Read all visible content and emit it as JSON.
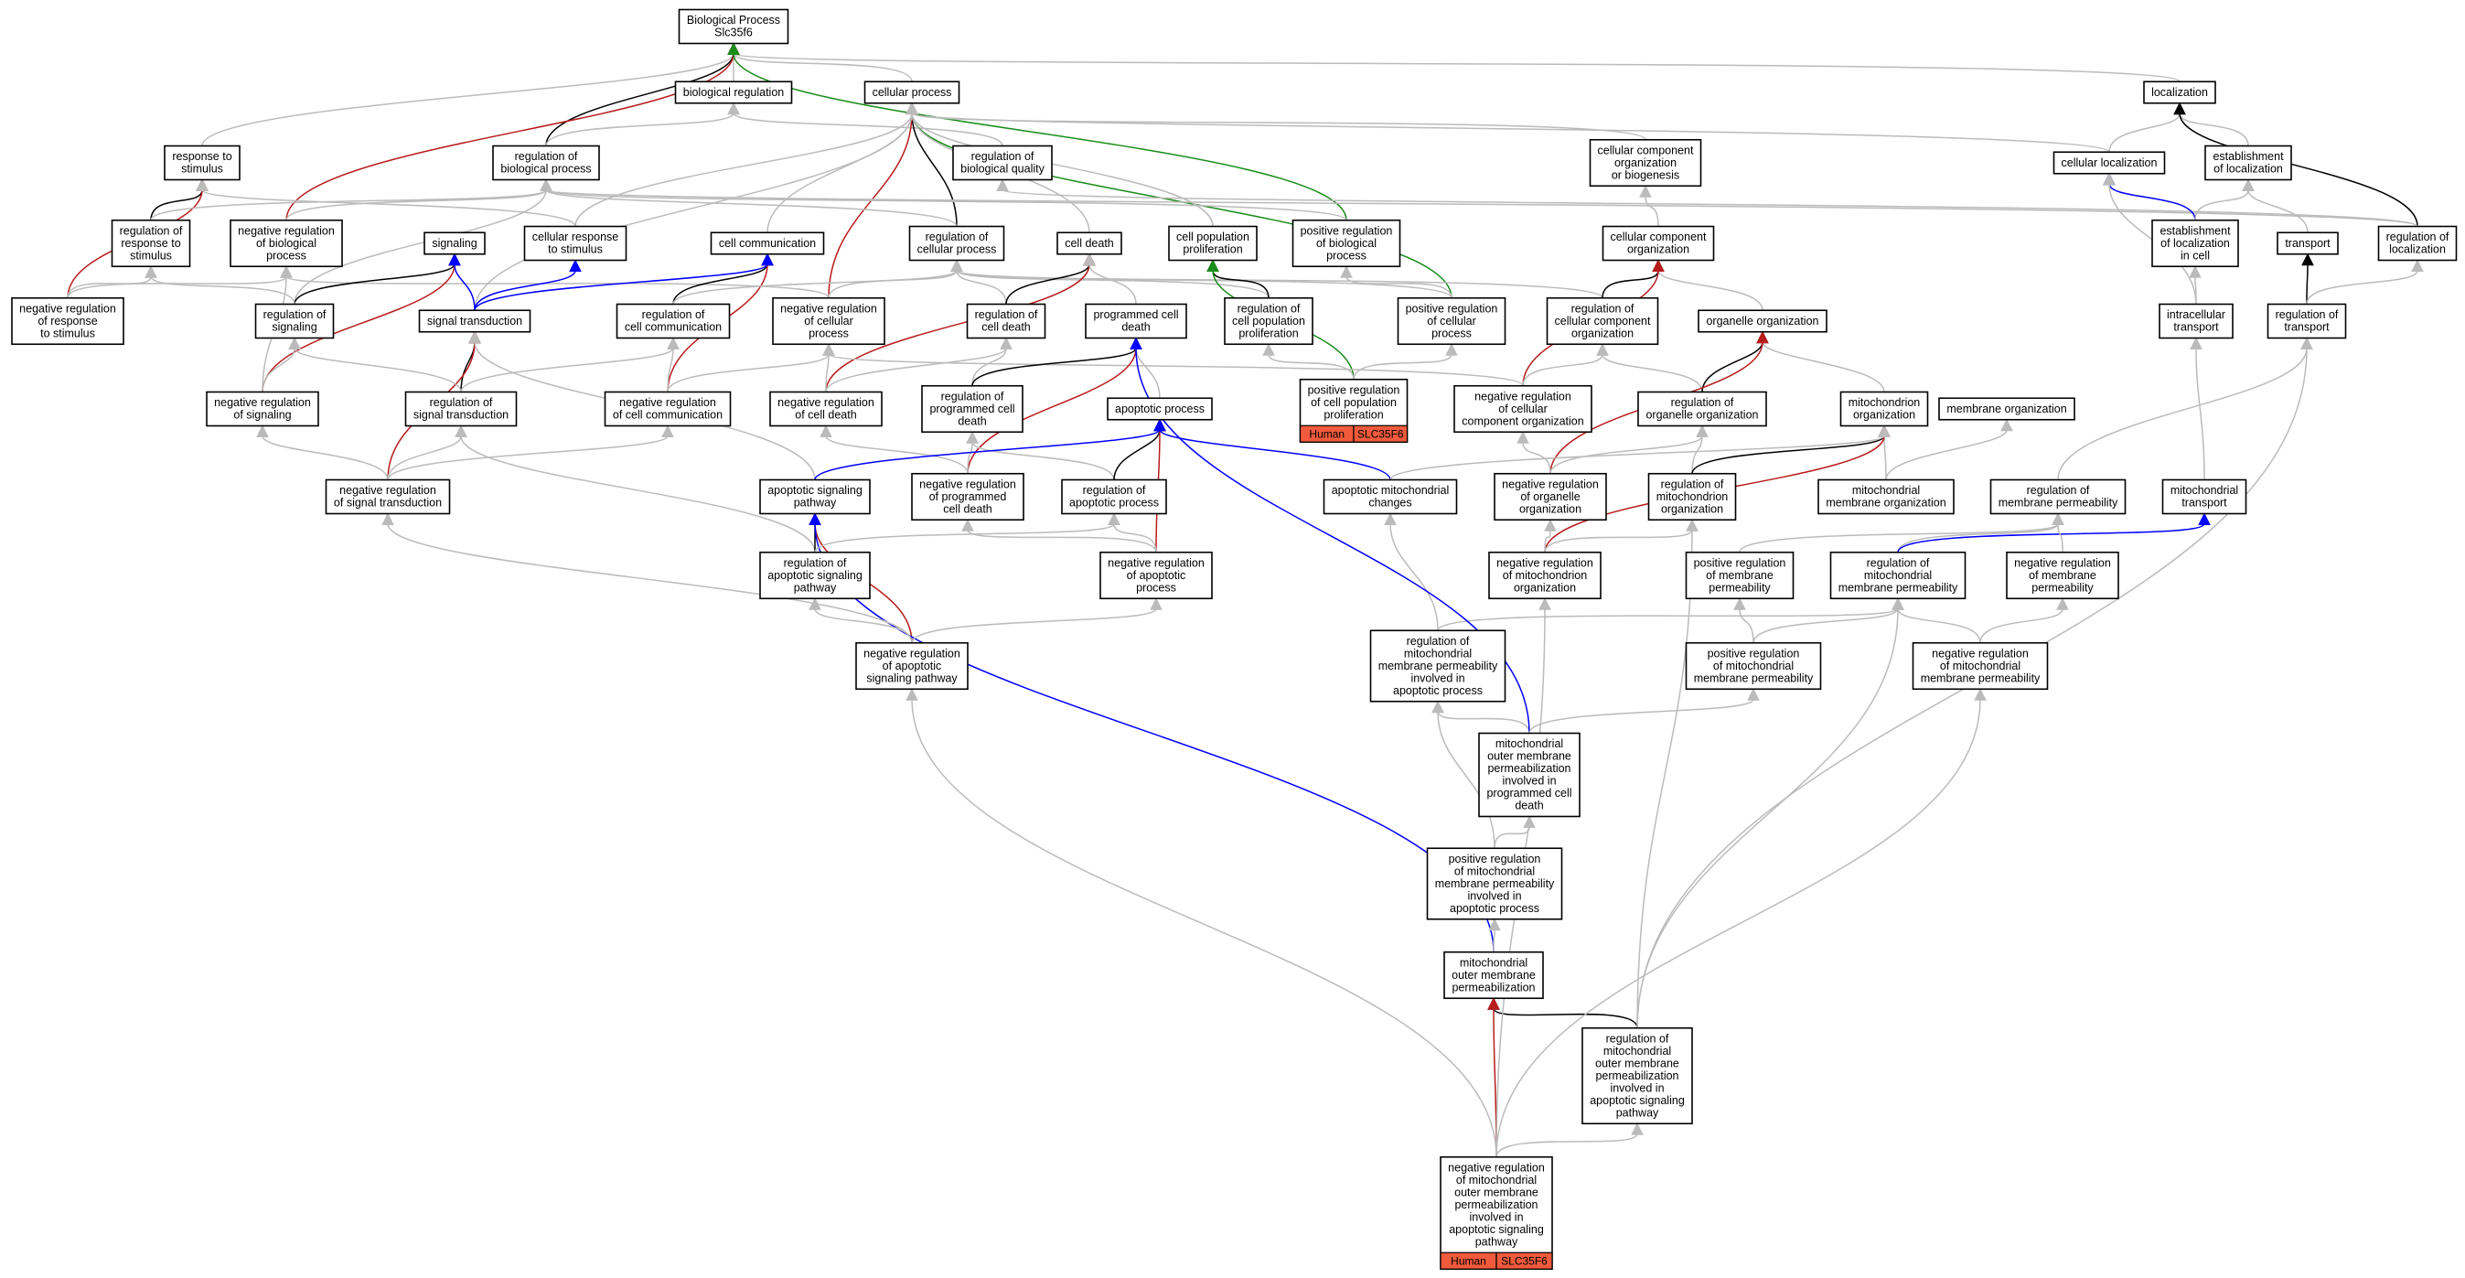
{
  "colors": {
    "is_a": "#bbbbbb",
    "part_of": "#000000",
    "regulates": "#000000",
    "positively_regulates": "#1a8c1a",
    "negatively_regulates": "#b81c1c",
    "occurs_in": "#0000ff",
    "annotation": "#f15a3c"
  },
  "nodes": {
    "root": {
      "lines": [
        "Biological Process",
        "Slc35f6"
      ]
    },
    "bio_reg": {
      "lines": [
        "biological regulation"
      ]
    },
    "cell_proc": {
      "lines": [
        "cellular process"
      ]
    },
    "localization": {
      "lines": [
        "localization"
      ]
    },
    "resp_stim": {
      "lines": [
        "response to",
        "stimulus"
      ]
    },
    "reg_bio_proc": {
      "lines": [
        "regulation of",
        "biological process"
      ]
    },
    "reg_bio_qual": {
      "lines": [
        "regulation of",
        "biological quality"
      ]
    },
    "ccob": {
      "lines": [
        "cellular component",
        "organization",
        "or biogenesis"
      ]
    },
    "cell_loc": {
      "lines": [
        "cellular localization"
      ]
    },
    "est_loc": {
      "lines": [
        "establishment",
        "of localization"
      ]
    },
    "reg_resp_stim": {
      "lines": [
        "regulation of",
        "response to",
        "stimulus"
      ]
    },
    "neg_reg_bio_proc": {
      "lines": [
        "negative regulation",
        "of biological",
        "process"
      ]
    },
    "signaling": {
      "lines": [
        "signaling"
      ]
    },
    "cell_resp_stim": {
      "lines": [
        "cellular response",
        "to stimulus"
      ]
    },
    "cell_comm": {
      "lines": [
        "cell communication"
      ]
    },
    "reg_cell_proc": {
      "lines": [
        "regulation of",
        "cellular process"
      ]
    },
    "cell_death": {
      "lines": [
        "cell death"
      ]
    },
    "cell_pop_prolif": {
      "lines": [
        "cell population",
        "proliferation"
      ]
    },
    "pos_reg_bio_proc": {
      "lines": [
        "positive regulation",
        "of biological",
        "process"
      ]
    },
    "cc_org": {
      "lines": [
        "cellular component",
        "organization"
      ]
    },
    "est_loc_cell": {
      "lines": [
        "establishment",
        "of localization",
        "in cell"
      ]
    },
    "transport": {
      "lines": [
        "transport"
      ]
    },
    "reg_loc": {
      "lines": [
        "regulation of",
        "localization"
      ]
    },
    "neg_reg_resp_stim": {
      "lines": [
        "negative regulation",
        "of response",
        "to stimulus"
      ]
    },
    "reg_signaling": {
      "lines": [
        "regulation of",
        "signaling"
      ]
    },
    "sig_trans": {
      "lines": [
        "signal transduction"
      ]
    },
    "reg_cell_comm": {
      "lines": [
        "regulation of",
        "cell communication"
      ]
    },
    "neg_reg_cell_proc": {
      "lines": [
        "negative regulation",
        "of cellular",
        "process"
      ]
    },
    "reg_cell_death": {
      "lines": [
        "regulation of",
        "cell death"
      ]
    },
    "prog_cell_death": {
      "lines": [
        "programmed cell",
        "death"
      ]
    },
    "reg_cell_pop_prolif": {
      "lines": [
        "regulation of",
        "cell population",
        "proliferation"
      ]
    },
    "pos_reg_cell_proc": {
      "lines": [
        "positive regulation",
        "of cellular",
        "process"
      ]
    },
    "reg_cc_org": {
      "lines": [
        "regulation of",
        "cellular component",
        "organization"
      ]
    },
    "organelle_org": {
      "lines": [
        "organelle organization"
      ]
    },
    "intra_trans": {
      "lines": [
        "intracellular",
        "transport"
      ]
    },
    "reg_transport": {
      "lines": [
        "regulation of",
        "transport"
      ]
    },
    "pos_reg_cpp": {
      "lines": [
        "positive regulation",
        "of cell population",
        "proliferation"
      ],
      "anno": [
        "Human",
        "SLC35F6"
      ]
    },
    "neg_reg_signaling": {
      "lines": [
        "negative regulation",
        "of signaling"
      ]
    },
    "reg_sig_trans": {
      "lines": [
        "regulation of",
        "signal transduction"
      ]
    },
    "neg_reg_cell_comm": {
      "lines": [
        "negative regulation",
        "of cell communication"
      ]
    },
    "neg_reg_cell_death": {
      "lines": [
        "negative regulation",
        "of cell death"
      ]
    },
    "reg_prog_cell_death": {
      "lines": [
        "regulation of",
        "programmed cell",
        "death"
      ]
    },
    "apop_proc": {
      "lines": [
        "apoptotic process"
      ]
    },
    "neg_reg_cc_org": {
      "lines": [
        "negative regulation",
        "of cellular",
        "component organization"
      ]
    },
    "reg_org_org": {
      "lines": [
        "regulation of",
        "organelle organization"
      ]
    },
    "mito_org": {
      "lines": [
        "mitochondrion",
        "organization"
      ]
    },
    "membrane_org": {
      "lines": [
        "membrane organization"
      ]
    },
    "neg_reg_sig_trans": {
      "lines": [
        "negative regulation",
        "of signal transduction"
      ]
    },
    "apop_sig_path": {
      "lines": [
        "apoptotic signaling",
        "pathway"
      ]
    },
    "neg_reg_prog_cell_death": {
      "lines": [
        "negative regulation",
        "of programmed",
        "cell death"
      ]
    },
    "reg_apop_proc": {
      "lines": [
        "regulation of",
        "apoptotic process"
      ]
    },
    "apop_mito_changes": {
      "lines": [
        "apoptotic mitochondrial",
        "changes"
      ]
    },
    "neg_reg_org_org": {
      "lines": [
        "negative regulation",
        "of organelle",
        "organization"
      ]
    },
    "reg_mito_org": {
      "lines": [
        "regulation of",
        "mitochondrion",
        "organization"
      ]
    },
    "mito_mem_org": {
      "lines": [
        "mitochondrial",
        "membrane organization"
      ]
    },
    "reg_mem_perm": {
      "lines": [
        "regulation of",
        "membrane permeability"
      ]
    },
    "mito_transport": {
      "lines": [
        "mitochondrial",
        "transport"
      ]
    },
    "reg_apop_sig_path": {
      "lines": [
        "regulation of",
        "apoptotic signaling",
        "pathway"
      ]
    },
    "neg_reg_apop_proc": {
      "lines": [
        "negative regulation",
        "of apoptotic",
        "process"
      ]
    },
    "neg_reg_mito_org": {
      "lines": [
        "negative regulation",
        "of mitochondrion",
        "organization"
      ]
    },
    "pos_reg_mem_perm": {
      "lines": [
        "positive regulation",
        "of membrane",
        "permeability"
      ]
    },
    "reg_mito_mem_perm": {
      "lines": [
        "regulation of",
        "mitochondrial",
        "membrane permeability"
      ]
    },
    "neg_reg_mem_perm": {
      "lines": [
        "negative regulation",
        "of membrane",
        "permeability"
      ]
    },
    "neg_reg_apop_sig_path": {
      "lines": [
        "negative regulation",
        "of apoptotic",
        "signaling pathway"
      ]
    },
    "reg_mmp_apop": {
      "lines": [
        "regulation of",
        "mitochondrial",
        "membrane permeability",
        "involved in",
        "apoptotic process"
      ]
    },
    "pos_reg_mito_mem_perm": {
      "lines": [
        "positive regulation",
        "of mitochondrial",
        "membrane permeability"
      ]
    },
    "neg_reg_mito_mem_perm": {
      "lines": [
        "negative regulation",
        "of mitochondrial",
        "membrane permeability"
      ]
    },
    "momp_pcd": {
      "lines": [
        "mitochondrial",
        "outer membrane",
        "permeabilization",
        "involved in",
        "programmed cell",
        "death"
      ]
    },
    "pos_reg_mmp_apop": {
      "lines": [
        "positive regulation",
        "of mitochondrial",
        "membrane permeability",
        "involved in",
        "apoptotic process"
      ]
    },
    "momp": {
      "lines": [
        "mitochondrial",
        "outer membrane",
        "permeabilization"
      ]
    },
    "reg_momp_asp": {
      "lines": [
        "regulation of",
        "mitochondrial",
        "outer membrane",
        "permeabilization",
        "involved in",
        "apoptotic signaling",
        "pathway"
      ]
    },
    "neg_reg_momp_asp": {
      "lines": [
        "negative regulation",
        "of mitochondrial",
        "outer membrane",
        "permeabilization",
        "involved in",
        "apoptotic signaling",
        "pathway"
      ],
      "anno": [
        "Human",
        "SLC35F6"
      ]
    }
  },
  "edges": [
    [
      "bio_reg",
      "root",
      "is_a"
    ],
    [
      "cell_proc",
      "root",
      "is_a"
    ],
    [
      "localization",
      "root",
      "is_a"
    ],
    [
      "resp_stim",
      "root",
      "is_a"
    ],
    [
      "reg_bio_proc",
      "root",
      "part_of"
    ],
    [
      "neg_reg_bio_proc",
      "root",
      "negatively_regulates"
    ],
    [
      "pos_reg_bio_proc",
      "root",
      "positively_regulates"
    ],
    [
      "reg_bio_proc",
      "bio_reg",
      "is_a"
    ],
    [
      "reg_bio_qual",
      "bio_reg",
      "is_a"
    ],
    [
      "reg_cell_proc",
      "cell_proc",
      "regulates"
    ],
    [
      "neg_reg_cell_proc",
      "cell_proc",
      "negatively_regulates"
    ],
    [
      "pos_reg_cell_proc",
      "cell_proc",
      "positively_regulates"
    ],
    [
      "cell_comm",
      "cell_proc",
      "is_a"
    ],
    [
      "cell_death",
      "cell_proc",
      "is_a"
    ],
    [
      "cell_pop_prolif",
      "cell_proc",
      "is_a"
    ],
    [
      "cell_loc",
      "cell_proc",
      "is_a"
    ],
    [
      "cell_resp_stim",
      "cell_proc",
      "is_a"
    ],
    [
      "ccob",
      "cell_proc",
      "is_a"
    ],
    [
      "sig_trans",
      "cell_proc",
      "is_a"
    ],
    [
      "cell_loc",
      "localization",
      "is_a"
    ],
    [
      "est_loc",
      "localization",
      "is_a"
    ],
    [
      "reg_loc",
      "localization",
      "regulates"
    ],
    [
      "reg_resp_stim",
      "resp_stim",
      "regulates"
    ],
    [
      "neg_reg_resp_stim",
      "resp_stim",
      "negatively_regulates"
    ],
    [
      "cell_resp_stim",
      "resp_stim",
      "is_a"
    ],
    [
      "reg_resp_stim",
      "reg_bio_proc",
      "is_a"
    ],
    [
      "neg_reg_bio_proc",
      "reg_bio_proc",
      "is_a"
    ],
    [
      "reg_signaling",
      "reg_bio_proc",
      "is_a"
    ],
    [
      "reg_cell_proc",
      "reg_bio_proc",
      "is_a"
    ],
    [
      "pos_reg_bio_proc",
      "reg_bio_proc",
      "is_a"
    ],
    [
      "reg_loc",
      "reg_bio_proc",
      "is_a"
    ],
    [
      "reg_loc",
      "reg_bio_qual",
      "is_a"
    ],
    [
      "cc_org",
      "ccob",
      "is_a"
    ],
    [
      "est_loc_cell",
      "cell_loc",
      "occurs_in"
    ],
    [
      "intra_trans",
      "cell_loc",
      "is_a"
    ],
    [
      "est_loc_cell",
      "est_loc",
      "is_a"
    ],
    [
      "transport",
      "est_loc",
      "is_a"
    ],
    [
      "neg_reg_resp_stim",
      "reg_resp_stim",
      "is_a"
    ],
    [
      "neg_reg_resp_stim",
      "neg_reg_bio_proc",
      "is_a"
    ],
    [
      "neg_reg_signaling",
      "neg_reg_bio_proc",
      "is_a"
    ],
    [
      "neg_reg_cell_proc",
      "neg_reg_bio_proc",
      "is_a"
    ],
    [
      "reg_signaling",
      "signaling",
      "regulates"
    ],
    [
      "neg_reg_signaling",
      "signaling",
      "negatively_regulates"
    ],
    [
      "sig_trans",
      "signaling",
      "occurs_in"
    ],
    [
      "sig_trans",
      "cell_resp_stim",
      "occurs_in"
    ],
    [
      "reg_cell_comm",
      "cell_comm",
      "regulates"
    ],
    [
      "neg_reg_cell_comm",
      "cell_comm",
      "negatively_regulates"
    ],
    [
      "sig_trans",
      "cell_comm",
      "occurs_in"
    ],
    [
      "reg_cell_death",
      "reg_cell_proc",
      "is_a"
    ],
    [
      "reg_cell_comm",
      "reg_cell_proc",
      "is_a"
    ],
    [
      "neg_reg_cell_proc",
      "reg_cell_proc",
      "is_a"
    ],
    [
      "reg_cell_pop_prolif",
      "reg_cell_proc",
      "is_a"
    ],
    [
      "pos_reg_cell_proc",
      "reg_cell_proc",
      "is_a"
    ],
    [
      "reg_cc_org",
      "reg_cell_proc",
      "is_a"
    ],
    [
      "reg_cell_death",
      "cell_death",
      "regulates"
    ],
    [
      "neg_reg_cell_death",
      "cell_death",
      "negatively_regulates"
    ],
    [
      "prog_cell_death",
      "cell_death",
      "is_a"
    ],
    [
      "reg_cell_pop_prolif",
      "cell_pop_prolif",
      "regulates"
    ],
    [
      "pos_reg_cpp",
      "cell_pop_prolif",
      "positively_regulates"
    ],
    [
      "pos_reg_cell_proc",
      "pos_reg_bio_proc",
      "is_a"
    ],
    [
      "reg_cc_org",
      "cc_org",
      "regulates"
    ],
    [
      "organelle_org",
      "cc_org",
      "is_a"
    ],
    [
      "neg_reg_cc_org",
      "cc_org",
      "negatively_regulates"
    ],
    [
      "intra_trans",
      "est_loc_cell",
      "is_a"
    ],
    [
      "reg_transport",
      "transport",
      "regulates"
    ],
    [
      "reg_transport",
      "reg_loc",
      "is_a"
    ],
    [
      "reg_signaling",
      "reg_resp_stim",
      "is_a"
    ],
    [
      "neg_reg_signaling",
      "reg_signaling",
      "is_a"
    ],
    [
      "reg_sig_trans",
      "sig_trans",
      "regulates"
    ],
    [
      "neg_reg_sig_trans",
      "sig_trans",
      "negatively_regulates"
    ],
    [
      "reg_sig_trans",
      "reg_signaling",
      "is_a"
    ],
    [
      "reg_sig_trans",
      "reg_cell_comm",
      "is_a"
    ],
    [
      "neg_reg_cell_comm",
      "reg_cell_comm",
      "is_a"
    ],
    [
      "neg_reg_cell_comm",
      "neg_reg_cell_proc",
      "is_a"
    ],
    [
      "neg_reg_cell_death",
      "neg_reg_cell_proc",
      "is_a"
    ],
    [
      "neg_reg_cc_org",
      "neg_reg_cell_proc",
      "is_a"
    ],
    [
      "neg_reg_cell_death",
      "reg_cell_death",
      "is_a"
    ],
    [
      "reg_prog_cell_death",
      "reg_cell_death",
      "is_a"
    ],
    [
      "reg_prog_cell_death",
      "prog_cell_death",
      "regulates"
    ],
    [
      "neg_reg_prog_cell_death",
      "prog_cell_death",
      "negatively_regulates"
    ],
    [
      "apop_proc",
      "prog_cell_death",
      "is_a"
    ],
    [
      "pos_reg_cpp",
      "reg_cell_pop_prolif",
      "is_a"
    ],
    [
      "pos_reg_cpp",
      "pos_reg_cell_proc",
      "is_a"
    ],
    [
      "neg_reg_cc_org",
      "reg_cc_org",
      "is_a"
    ],
    [
      "reg_org_org",
      "reg_cc_org",
      "is_a"
    ],
    [
      "reg_org_org",
      "organelle_org",
      "regulates"
    ],
    [
      "mito_org",
      "organelle_org",
      "is_a"
    ],
    [
      "neg_reg_org_org",
      "organelle_org",
      "negatively_regulates"
    ],
    [
      "mito_transport",
      "intra_trans",
      "is_a"
    ],
    [
      "reg_mem_perm",
      "reg_transport",
      "is_a"
    ],
    [
      "neg_reg_sig_trans",
      "neg_reg_signaling",
      "is_a"
    ],
    [
      "neg_reg_sig_trans",
      "reg_sig_trans",
      "is_a"
    ],
    [
      "neg_reg_sig_trans",
      "neg_reg_cell_comm",
      "is_a"
    ],
    [
      "reg_apop_sig_path",
      "reg_sig_trans",
      "is_a"
    ],
    [
      "apop_sig_path",
      "sig_trans",
      "is_a"
    ],
    [
      "neg_reg_prog_cell_death",
      "reg_prog_cell_death",
      "is_a"
    ],
    [
      "neg_reg_prog_cell_death",
      "neg_reg_cell_death",
      "is_a"
    ],
    [
      "reg_apop_proc",
      "reg_prog_cell_death",
      "is_a"
    ],
    [
      "reg_apop_proc",
      "apop_proc",
      "regulates"
    ],
    [
      "neg_reg_apop_proc",
      "apop_proc",
      "negatively_regulates"
    ],
    [
      "apop_sig_path",
      "apop_proc",
      "occurs_in"
    ],
    [
      "apop_mito_changes",
      "apop_proc",
      "occurs_in"
    ],
    [
      "neg_reg_org_org",
      "reg_org_org",
      "is_a"
    ],
    [
      "neg_reg_org_org",
      "neg_reg_cc_org",
      "is_a"
    ],
    [
      "reg_mito_org",
      "reg_org_org",
      "is_a"
    ],
    [
      "reg_mito_org",
      "mito_org",
      "regulates"
    ],
    [
      "mito_mem_org",
      "mito_org",
      "is_a"
    ],
    [
      "neg_reg_mito_org",
      "mito_org",
      "negatively_regulates"
    ],
    [
      "apop_mito_changes",
      "mito_org",
      "is_a"
    ],
    [
      "mito_mem_org",
      "membrane_org",
      "is_a"
    ],
    [
      "reg_apop_sig_path",
      "apop_sig_path",
      "regulates"
    ],
    [
      "neg_reg_apop_sig_path",
      "apop_sig_path",
      "negatively_regulates"
    ],
    [
      "momp",
      "apop_sig_path",
      "occurs_in"
    ],
    [
      "neg_reg_apop_proc",
      "reg_apop_proc",
      "is_a"
    ],
    [
      "neg_reg_apop_proc",
      "neg_reg_prog_cell_death",
      "is_a"
    ],
    [
      "reg_apop_sig_path",
      "reg_apop_proc",
      "is_a"
    ],
    [
      "neg_reg_mito_org",
      "reg_mito_org",
      "is_a"
    ],
    [
      "neg_reg_mito_org",
      "neg_reg_org_org",
      "is_a"
    ],
    [
      "reg_momp_asp",
      "reg_mito_org",
      "is_a"
    ],
    [
      "reg_mito_mem_perm",
      "reg_mem_perm",
      "is_a"
    ],
    [
      "reg_mito_mem_perm",
      "mito_transport",
      "occurs_in"
    ],
    [
      "neg_reg_mem_perm",
      "reg_mem_perm",
      "is_a"
    ],
    [
      "pos_reg_mem_perm",
      "reg_mem_perm",
      "is_a"
    ],
    [
      "neg_reg_apop_sig_path",
      "reg_apop_sig_path",
      "is_a"
    ],
    [
      "neg_reg_apop_sig_path",
      "neg_reg_apop_proc",
      "is_a"
    ],
    [
      "neg_reg_apop_sig_path",
      "neg_reg_sig_trans",
      "is_a"
    ],
    [
      "pos_reg_mito_mem_perm",
      "reg_mito_mem_perm",
      "is_a"
    ],
    [
      "pos_reg_mito_mem_perm",
      "pos_reg_mem_perm",
      "is_a"
    ],
    [
      "neg_reg_mito_mem_perm",
      "reg_mito_mem_perm",
      "is_a"
    ],
    [
      "neg_reg_mito_mem_perm",
      "neg_reg_mem_perm",
      "is_a"
    ],
    [
      "reg_mmp_apop",
      "apop_mito_changes",
      "is_a"
    ],
    [
      "reg_mmp_apop",
      "reg_mito_mem_perm",
      "is_a"
    ],
    [
      "momp_pcd",
      "reg_mmp_apop",
      "is_a"
    ],
    [
      "momp_pcd",
      "prog_cell_death",
      "occurs_in"
    ],
    [
      "momp_pcd",
      "pos_reg_mito_mem_perm",
      "is_a"
    ],
    [
      "pos_reg_mmp_apop",
      "momp_pcd",
      "is_a"
    ],
    [
      "pos_reg_mmp_apop",
      "reg_mmp_apop",
      "is_a"
    ],
    [
      "momp",
      "pos_reg_mmp_apop",
      "is_a"
    ],
    [
      "reg_momp_asp",
      "momp",
      "regulates"
    ],
    [
      "reg_momp_asp",
      "reg_mito_mem_perm",
      "is_a"
    ],
    [
      "reg_momp_asp",
      "reg_transport",
      "is_a"
    ],
    [
      "neg_reg_momp_asp",
      "momp",
      "negatively_regulates"
    ],
    [
      "neg_reg_momp_asp",
      "reg_momp_asp",
      "is_a"
    ],
    [
      "neg_reg_momp_asp",
      "neg_reg_mito_org",
      "is_a"
    ],
    [
      "neg_reg_momp_asp",
      "neg_reg_apop_sig_path",
      "is_a"
    ],
    [
      "neg_reg_momp_asp",
      "neg_reg_mito_mem_perm",
      "is_a"
    ]
  ]
}
